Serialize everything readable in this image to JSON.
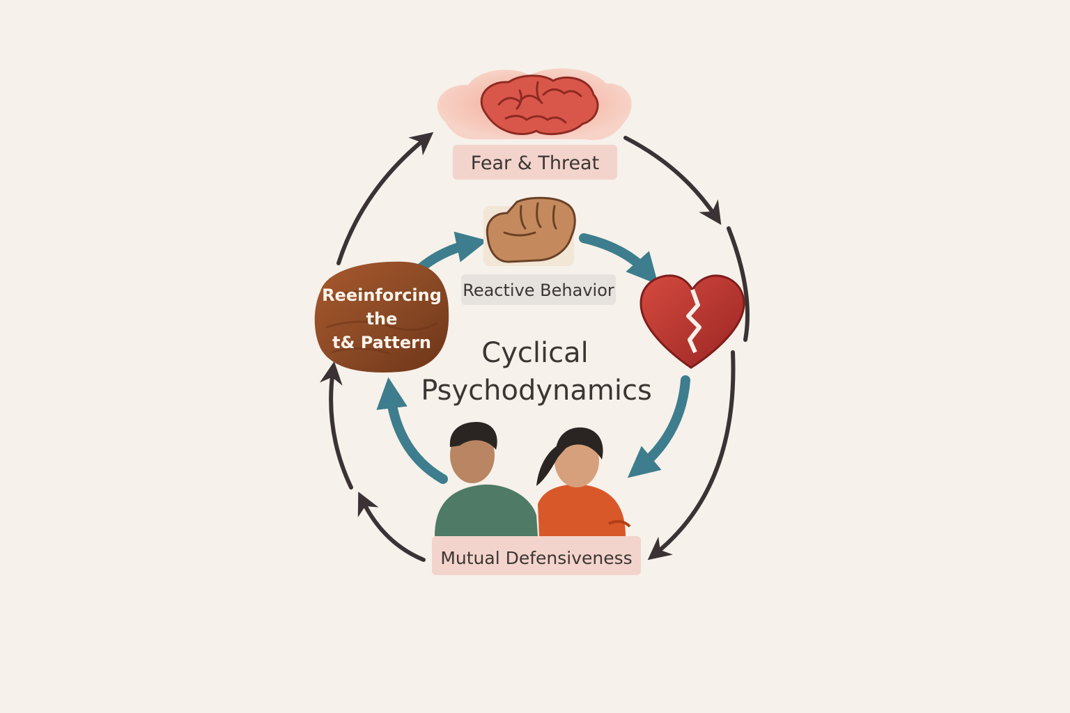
{
  "title": [
    "Cyclical",
    "Psychodynamics"
  ],
  "nodes": {
    "fear": {
      "label": "Fear & Threat",
      "icon": "brain-icon"
    },
    "reactive": {
      "label": "Reactive Behavior",
      "icon": "fist-icon"
    },
    "hurt": {
      "icon": "broken-heart-icon"
    },
    "defensive": {
      "label": "Mutual Defensiveness",
      "icon": "couple-back-to-back-icon"
    },
    "reinforcing": {
      "lines": [
        "Reeinforcing",
        "the",
        "t& Pattern"
      ],
      "icon": "wood-badge-icon"
    }
  },
  "colors": {
    "background": "#f6f1ea",
    "outer_arrows": "#3a3234",
    "inner_arrows": "#3d7d8d",
    "brain": "#d9574a",
    "heart": "#b8302d",
    "label_bg": "#f3d4cc",
    "badge": "#8b4a26"
  }
}
